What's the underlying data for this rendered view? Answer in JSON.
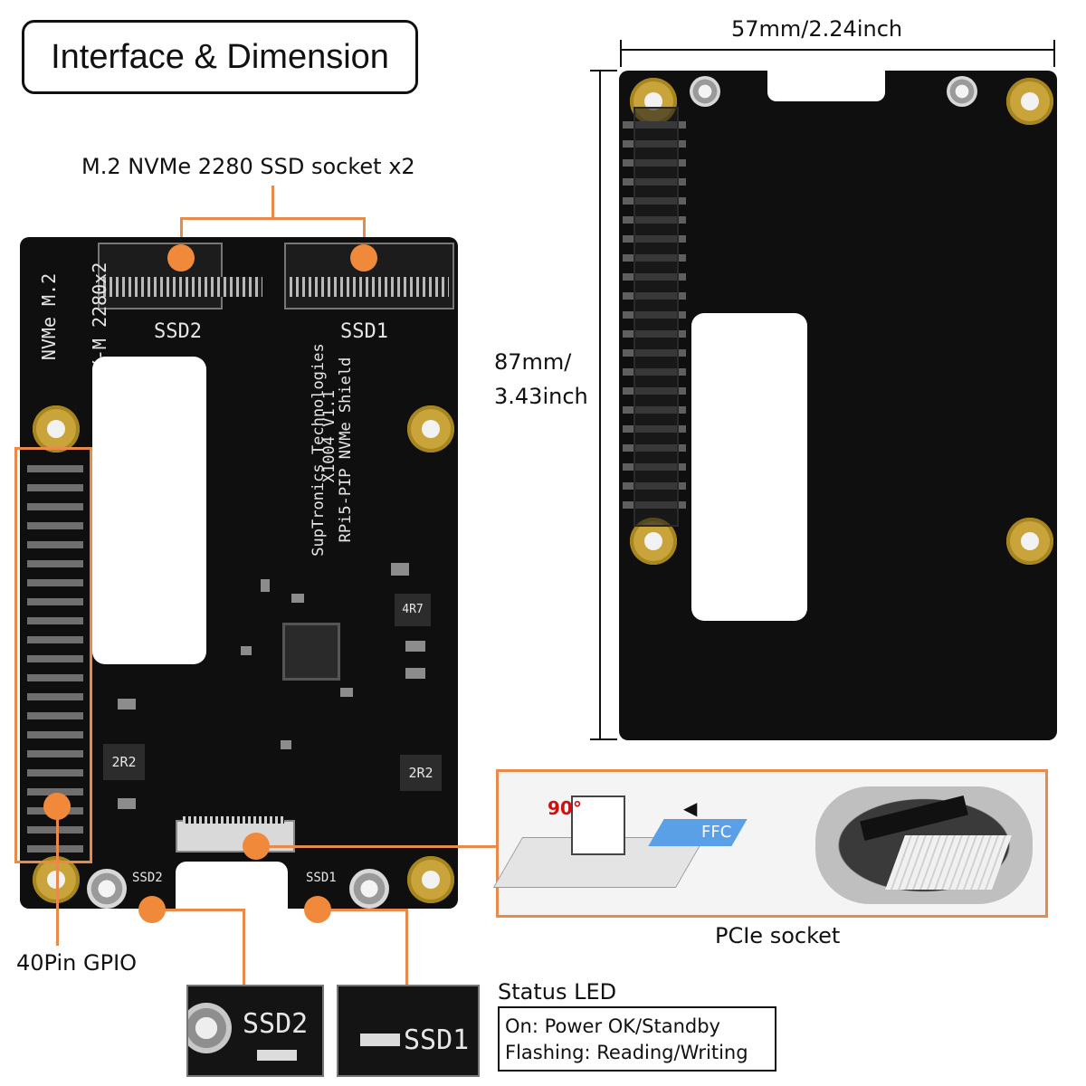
{
  "title": "Interface & Dimension",
  "labels": {
    "ssd_socket": "M.2 NVMe 2280 SSD socket x2",
    "gpio": "40Pin GPIO",
    "pcie": "PCIe socket",
    "status_led": "Status LED",
    "width_dim": "57mm/2.24inch",
    "height_dim_line1": "87mm/",
    "height_dim_line2": "3.43inch"
  },
  "legend": {
    "on": "On: Power OK/Standby",
    "flashing": "Flashing: Reading/Writing"
  },
  "board_silk": {
    "ssd2": "SSD2",
    "ssd1": "SSD1",
    "nvme_line1": "NVMe M.2",
    "nvme_line2": "KEY-M 2280x2",
    "brand_line1": "SupTronics Technologies",
    "brand_line2": "RPi5-PIP NVMe Shield",
    "brand_line3": "X1004 V1.1",
    "led_ssd2": "SSD2",
    "led_ssd1": "SSD1",
    "inductor_left": "2R2",
    "inductor_right": "2R2",
    "inductor_top": "4R7"
  },
  "pcie_photo": {
    "angle": "90°",
    "ffc": "FFC"
  },
  "led_photos": {
    "left": "SSD2",
    "right": "SSD1"
  },
  "colors": {
    "callout": "#e88a4a",
    "board": "#0f0f0f",
    "mount_hole": "#c9a43a"
  }
}
